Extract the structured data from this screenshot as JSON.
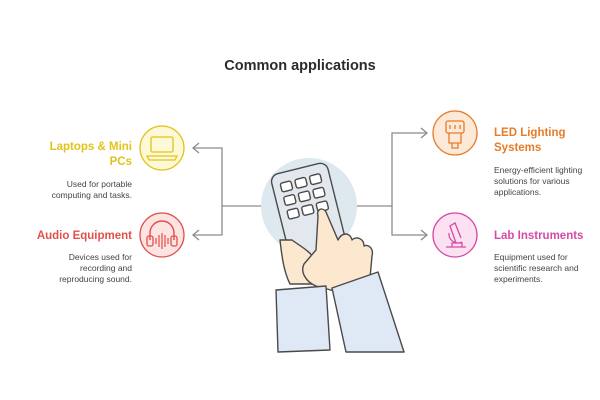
{
  "title": "Common applications",
  "items": [
    {
      "label_lines": [
        "Laptops & Mini",
        "PCs"
      ],
      "description_lines": [
        "Used for portable",
        "computing and tasks."
      ],
      "icon": "laptop-icon",
      "color": "#e2c31a",
      "fill": "#fdf8d6"
    },
    {
      "label_lines": [
        "Audio Equipment"
      ],
      "description_lines": [
        "Devices used for",
        "recording and",
        "reproducing sound."
      ],
      "icon": "headphones-icon",
      "color": "#e2504a",
      "fill": "#fde4e2"
    },
    {
      "label_lines": [
        "LED Lighting",
        "Systems"
      ],
      "description_lines": [
        "Energy-efficient lighting",
        "solutions for various",
        "applications."
      ],
      "icon": "led-bulb-icon",
      "color": "#e77c2a",
      "fill": "#fde9d8"
    },
    {
      "label_lines": [
        "Lab Instruments"
      ],
      "description_lines": [
        "Equipment used for",
        "scientific research and",
        "experiments."
      ],
      "icon": "microscope-icon",
      "color": "#d64aa6",
      "fill": "#fbe1f2"
    }
  ],
  "center": {
    "icon": "hand-pressing-keypad-icon",
    "circle_fill": "#dde8ef",
    "keypad_fill": "#e3e8ee",
    "skin": "#fbe8cf",
    "sleeve": "#dfe9f6"
  }
}
